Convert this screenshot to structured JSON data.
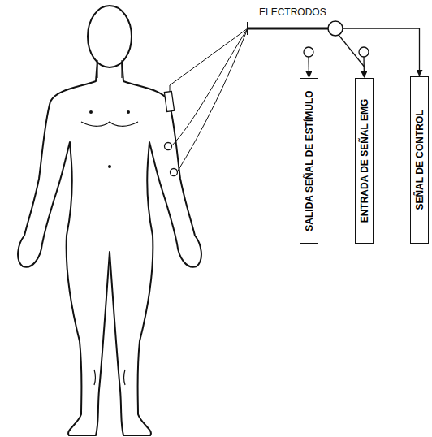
{
  "diagram": {
    "nodes": [
      {
        "text": [
          "SALIDA SEÑAL DE ESTÍMULO"
        ]
      },
      {
        "text": [
          "ENTRADA DE SEÑAL EMG"
        ]
      },
      {
        "text": [
          "SEÑAL DE CONTROL"
        ]
      }
    ],
    "labels": [
      "ELECTRODOS"
    ]
  }
}
